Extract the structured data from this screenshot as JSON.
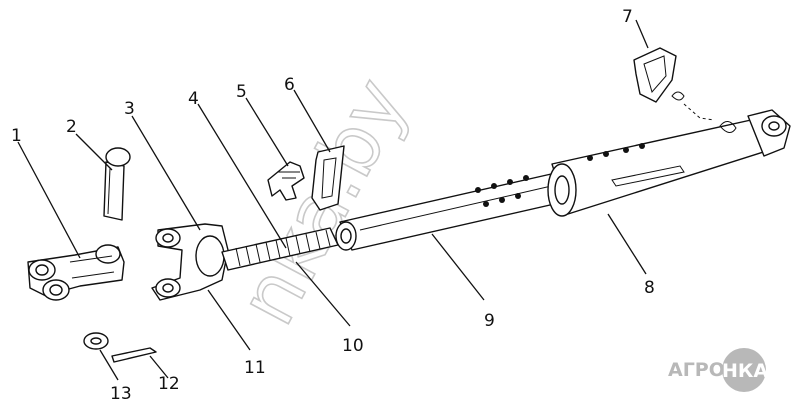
{
  "diagram": {
    "part_labels": [
      "1",
      "2",
      "3",
      "4",
      "5",
      "6",
      "7",
      "8",
      "9",
      "10",
      "11",
      "12",
      "13"
    ],
    "watermark": "nkа.by",
    "logo": {
      "left": "АГРО",
      "right": "НКА",
      "color": "#b8b8b8"
    }
  }
}
